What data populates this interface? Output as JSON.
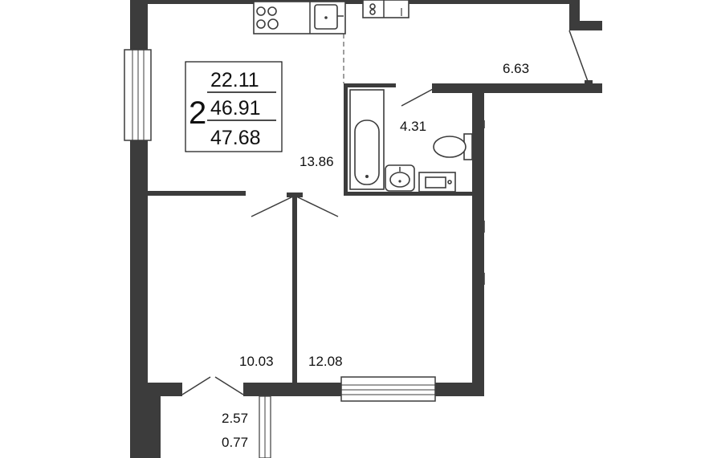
{
  "summary": {
    "rooms": "2",
    "living_area": "22.11",
    "total_area": "46.91",
    "total_area_with_balcony": "47.68"
  },
  "rooms": {
    "kitchen_area": "13.86",
    "hall_area": "6.63",
    "bathroom_area": "4.31",
    "bedroom_left_area": "10.03",
    "bedroom_right_area": "12.08",
    "balcony_area": "2.57",
    "balcony_reduced_area": "0.77"
  }
}
